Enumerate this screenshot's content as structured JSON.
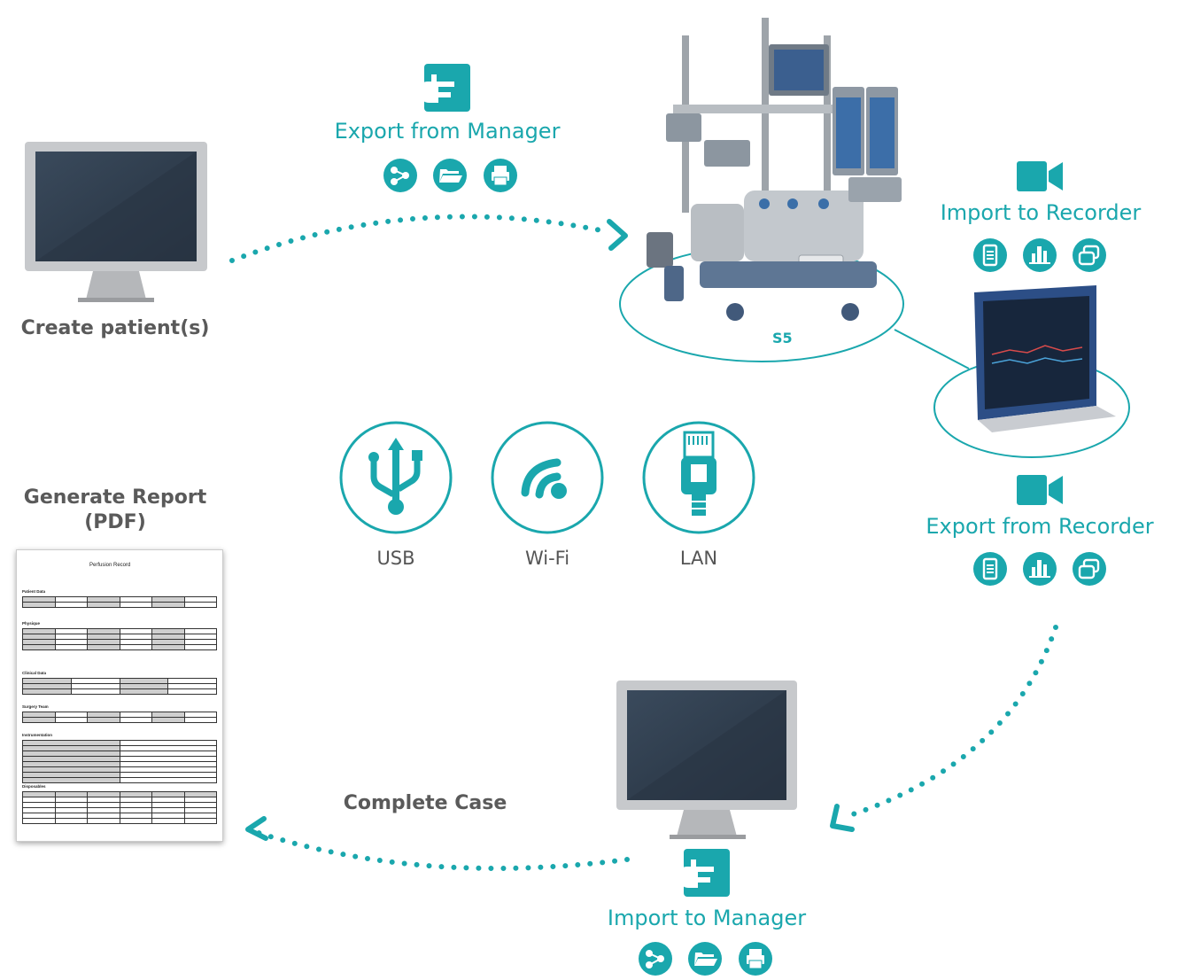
{
  "labels": {
    "create_patients": "Create patient(s)",
    "export_from_manager": "Export from Manager",
    "import_to_recorder": "Import to Recorder",
    "export_from_recorder": "Export from Recorder",
    "import_to_manager": "Import to Manager",
    "generate_report_line1": "Generate Report",
    "generate_report_line2": "(PDF)",
    "complete_case": "Complete Case",
    "s5": "S5"
  },
  "connections": [
    {
      "name": "usb",
      "label": "USB",
      "icon": "usb-icon"
    },
    {
      "name": "wifi",
      "label": "Wi-Fi",
      "icon": "wifi-icon"
    },
    {
      "name": "lan",
      "label": "LAN",
      "icon": "lan-plug-icon"
    }
  ],
  "report": {
    "title": "Perfusion Record",
    "sections": [
      "Patient Data",
      "Physique",
      "Clinical Data",
      "Surgery Team",
      "Instrumentation",
      "Disposables"
    ]
  },
  "colors": {
    "accent": "#1aa7ad",
    "label_gray": "#5a5a5a",
    "monitor_bezel": "#c7c9cc",
    "screen": "#2e3c4d"
  }
}
